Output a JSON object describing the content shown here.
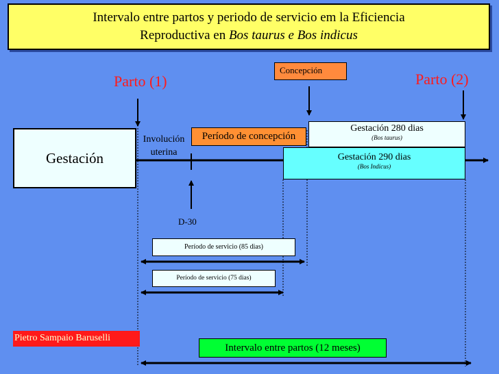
{
  "title": {
    "line1": "Intervalo entre partos y periodo de servicio em la Eficiencia",
    "line2_prefix": "Reproductiva en ",
    "line2_italic": "Bos taurus e Bos indicus"
  },
  "labels": {
    "parto1": "Parto (1)",
    "parto2": "Parto (2)",
    "concepcion": "Concepción",
    "gestacion": "Gestación",
    "involucion_line1": "Involución",
    "involucion_line2": "uterina",
    "periodo_concepcion": "Período de concepción",
    "gestacion_280": "Gestación 280 dias",
    "gestacion_280_sub": "(Bos taurus)",
    "gestacion_290": "Gestación 290 dias",
    "gestacion_290_sub": "(Bos Indicus)",
    "d30": "D-30",
    "servicio_85": "Período de servicio (85 dias)",
    "servicio_75": "Período de servicio (75 dias)",
    "intervalo": "Intervalo entre partos (12 meses)",
    "author": "Pietro Sampaio Baruselli"
  },
  "colors": {
    "background": "#5f8ff0",
    "title_bg": "#ffff66",
    "accent_red": "#ff1a1a",
    "orange": "#ff9033",
    "cyan": "#66ffff",
    "light_cyan": "#eeffff",
    "green": "#00ff33"
  }
}
